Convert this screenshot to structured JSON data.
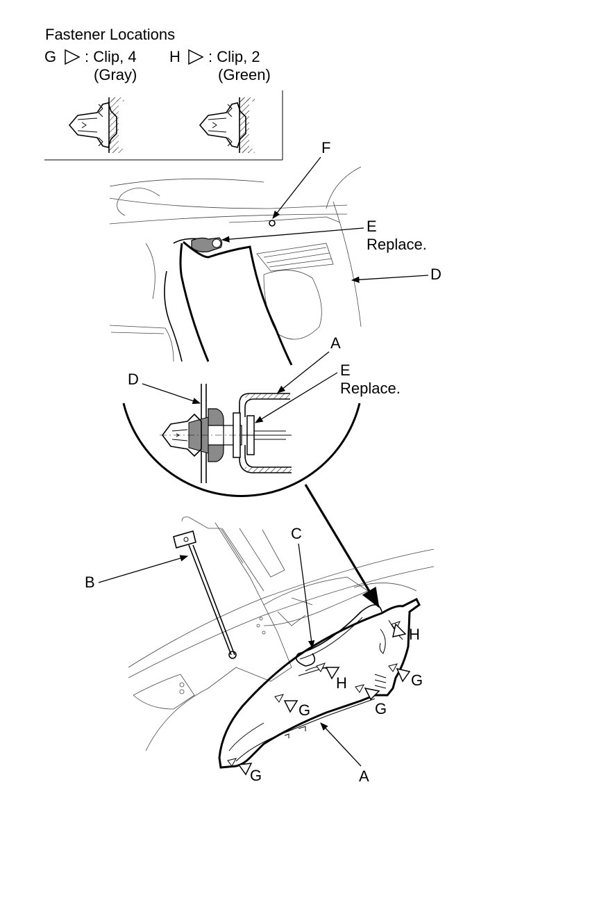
{
  "legend": {
    "title": "Fastener Locations",
    "g_letter": "G",
    "g_text": ": Clip, 4",
    "g_color": "(Gray)",
    "h_letter": "H",
    "h_text": ": Clip, 2",
    "h_color": "(Green)"
  },
  "callouts": {
    "f": "F",
    "e_top": "E",
    "e_top_note": "Replace.",
    "d_top": "D",
    "a_mid": "A",
    "e_mid": "E",
    "e_mid_note": "Replace.",
    "d_mid": "D",
    "b": "B",
    "c": "C",
    "h_upper": "H",
    "h_lower": "H",
    "g_right": "G",
    "g_mid_right": "G",
    "g_mid_left": "G",
    "g_bottom": "G",
    "a_bottom": "A"
  },
  "colors": {
    "line": "#000000",
    "clip_gray": "#8a8a8a",
    "background": "#ffffff"
  }
}
